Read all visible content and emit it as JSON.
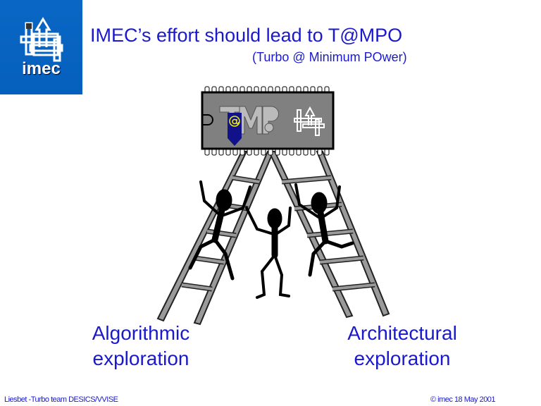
{
  "logo": {
    "text": "imec"
  },
  "title": "IMEC’s effort should lead to T@MPO",
  "subtitle": "(Turbo @ Minimum POwer)",
  "chip": {
    "pin_count_per_side": 18
  },
  "labels": {
    "left": [
      "Algorithmic",
      "exploration"
    ],
    "right": [
      "Architectural",
      "exploration"
    ]
  },
  "footer": {
    "left": "Liesbet -Turbo team DESICS/VVISE",
    "right": "© imec 18 May 2001"
  },
  "colors": {
    "text": "#1a1acc",
    "logo_bg": "#0a66c4",
    "chip": "#808080"
  }
}
